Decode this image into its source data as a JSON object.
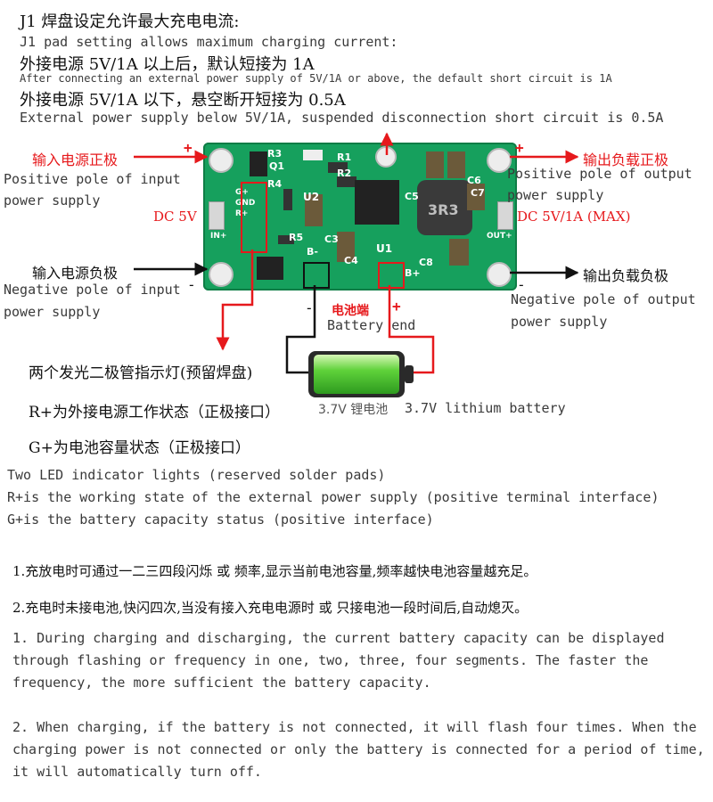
{
  "header": {
    "l1_cn": "J1 焊盘设定允许最大充电电流:",
    "l1_en": "J1 pad setting allows maximum charging current:",
    "l2_cn": "外接电源 5V/1A 以上后，默认短接为 1A",
    "l2_en": "After connecting an external power supply of 5V/1A or above, the default short circuit is 1A",
    "l3_cn": "外接电源 5V/1A 以下，悬空断开短接为 0.5A",
    "l3_en": "External power supply below 5V/1A, suspended disconnection short circuit is 0.5A"
  },
  "diagram": {
    "in_pos_cn": "输入电源正极",
    "in_pos_en1": "Positive pole of input",
    "in_pos_en2": "power supply",
    "in_neg_cn": "输入电源负极",
    "in_neg_en1": "Negative pole of input",
    "in_neg_en2": "power supply",
    "out_pos_cn": "输出负载正极",
    "out_pos_en1": "Positive pole of output",
    "out_pos_en2": "power supply",
    "out_neg_cn": "输出负载负极",
    "out_neg_en1": "Negative pole of output",
    "out_neg_en2": "power supply",
    "dc_in": "DC 5V",
    "dc_out": "DC 5V/1A (MAX)",
    "plus": "+",
    "minus": "-",
    "battery_cn": "电池端",
    "battery_en": "Battery end",
    "led_cn": "两个发光二极管指示灯(预留焊盘)",
    "r_cn": "R+为外接电源工作状态（正极接口）",
    "g_cn": "G+为电池容量状态（正极接口）",
    "cell_cn": "3.7V 锂电池",
    "cell_en": "3.7V lithium battery",
    "pcb": {
      "r3": "R3",
      "q1": "Q1",
      "r1": "R1",
      "r4": "R4",
      "r2": "R2",
      "u2": "U2",
      "r5": "R5",
      "c3": "C3",
      "u1": "U1",
      "c4": "C4",
      "c5": "C5",
      "c6": "C6",
      "c7": "C7",
      "c8": "C8",
      "inductor": "3R3",
      "bminus": "B-",
      "bplus": "B+",
      "in_pin": "IN+",
      "out_pin": "OUT+",
      "gnd_pins": "G+ GND R+"
    }
  },
  "led_info": {
    "en1": "Two LED indicator lights (reserved solder pads)",
    "en2": "R+is the working state of the external power supply (positive terminal interface)",
    "en3": "G+is the battery capacity status (positive interface)"
  },
  "notes": {
    "n1_cn": "1.充放电时可通过一二三四段闪烁 或 频率,显示当前电池容量,频率越快电池容量越充足。",
    "n2_cn": "2.充电时未接电池,快闪四次,当没有接入充电电源时 或 只接电池一段时间后,自动熄灭。",
    "n1_en_1": "1. During charging and discharging, the current battery capacity can be displayed",
    "n1_en_2": "through flashing or frequency in one, two, three, four segments. The faster the",
    "n1_en_3": "frequency, the more sufficient the battery capacity.",
    "n2_en_1": "2. When charging, if the battery is not connected, it will flash four times. When the",
    "n2_en_2": "charging power is not connected or only the battery is connected for a period of time,",
    "n2_en_3": "it will automatically turn off."
  },
  "colors": {
    "accent": "#e6191c",
    "pcb": "#16a05d",
    "battery": "#5fd23a"
  }
}
